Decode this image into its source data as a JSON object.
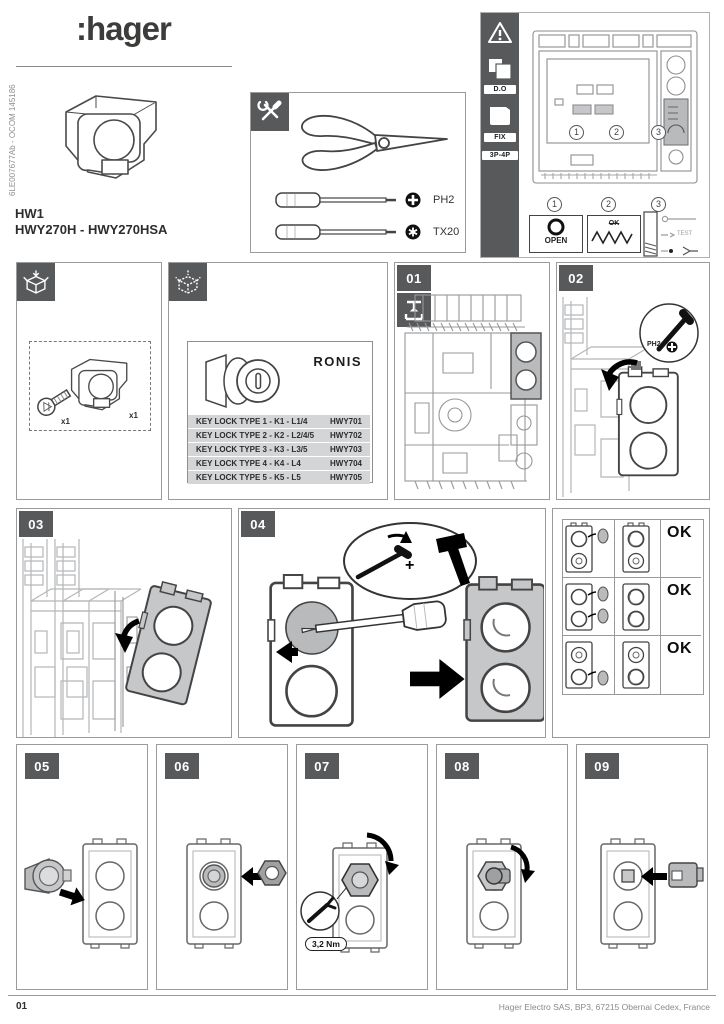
{
  "header": {
    "logo": ":hager",
    "product_family": "HW1",
    "product_refs": "HWY270H - HWY270HSA",
    "doc_code": "6LE007677Ab - OCOM 145186"
  },
  "tools": {
    "phillips_label": "PH2",
    "torx_label": "TX20"
  },
  "overview": {
    "do_label": "D.O",
    "fix_label": "FIX",
    "poles_label": "3P-4P",
    "callouts": [
      "1",
      "2",
      "3"
    ],
    "legend_open": "OPEN",
    "legend_spring": "OK",
    "legend_test": "TEST"
  },
  "package": {
    "screw_qty": "x1",
    "housing_qty": "x1"
  },
  "keylocks": {
    "brand": "RONIS",
    "rows": [
      {
        "type": "KEY LOCK TYPE 1 - K1 - L1/4",
        "ref": "HWY701"
      },
      {
        "type": "KEY LOCK TYPE 2 - K2 - L2/4/5",
        "ref": "HWY702"
      },
      {
        "type": "KEY LOCK TYPE 3 - K3 - L3/5",
        "ref": "HWY703"
      },
      {
        "type": "KEY LOCK TYPE 4 - K4 - L4",
        "ref": "HWY704"
      },
      {
        "type": "KEY LOCK TYPE 5 - K5 - L5",
        "ref": "HWY705"
      }
    ]
  },
  "steps": {
    "numbers": [
      "01",
      "02",
      "03",
      "04",
      "05",
      "06",
      "07",
      "08",
      "09"
    ],
    "ph2_inset": "PH2",
    "plus": "+",
    "torque": "3,2 Nm",
    "ok": [
      "OK",
      "OK",
      "OK"
    ]
  },
  "footer": {
    "page_number": "01",
    "company": "Hager Electro SAS, BP3, 67215 Obernai Cedex, France"
  },
  "colors": {
    "dark": "#58595b",
    "gray": "#b9babc"
  }
}
